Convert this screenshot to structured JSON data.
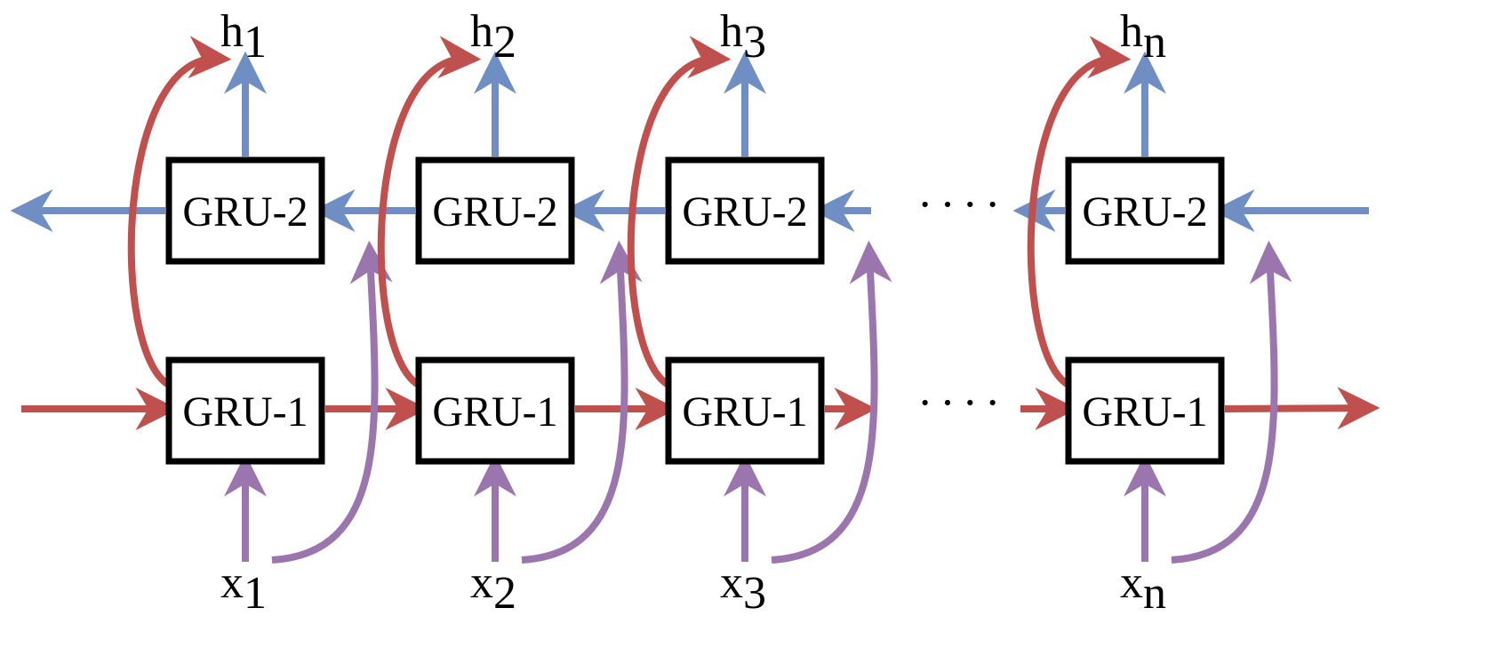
{
  "colors": {
    "forward": "#c0504d",
    "backward": "#6f8fc4",
    "input": "#9b75ae",
    "box": "#000000"
  },
  "labels": {
    "gru1": "GRU-1",
    "gru2": "GRU-2",
    "ellipsis": "····"
  },
  "columns": [
    {
      "output": {
        "base": "h",
        "sub": "1"
      },
      "input": {
        "base": "x",
        "sub": "1"
      }
    },
    {
      "output": {
        "base": "h",
        "sub": "2"
      },
      "input": {
        "base": "x",
        "sub": "2"
      }
    },
    {
      "output": {
        "base": "h",
        "sub": "3"
      },
      "input": {
        "base": "x",
        "sub": "3"
      }
    },
    {
      "output": {
        "base": "h",
        "sub": "n"
      },
      "input": {
        "base": "x",
        "sub": "n"
      }
    }
  ]
}
